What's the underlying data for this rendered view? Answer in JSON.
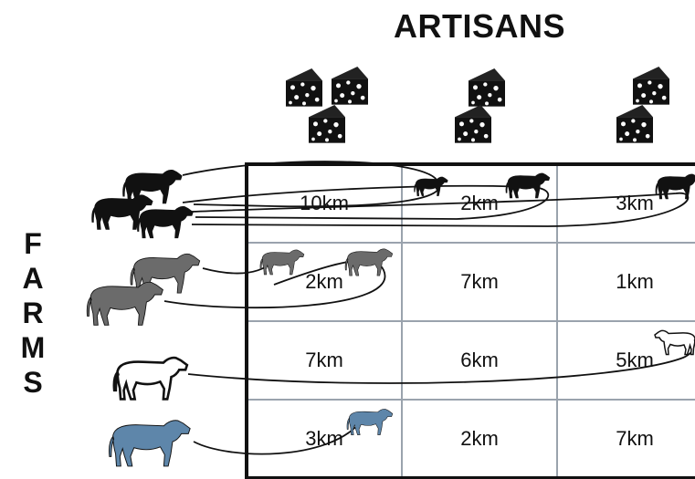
{
  "column_title": "ARTISANS",
  "row_title_letters": [
    "F",
    "A",
    "R",
    "M",
    "S"
  ],
  "farms": [
    {
      "color": "#111111",
      "cows": 3
    },
    {
      "color": "#6b6b6b",
      "cows": 2
    },
    {
      "color": "#ffffff",
      "cows": 1
    },
    {
      "color": "#5e86aa",
      "cows": 1
    }
  ],
  "artisans": [
    {
      "cheese_icons": 3
    },
    {
      "cheese_icons": 2
    },
    {
      "cheese_icons": 2
    }
  ],
  "distances": [
    [
      "10km",
      "2km",
      "3km"
    ],
    [
      "2km",
      "7km",
      "1km"
    ],
    [
      "7km",
      "6km",
      "5km"
    ],
    [
      "3km",
      "2km",
      "7km"
    ]
  ],
  "icons": {
    "cow": "cow-icon",
    "cheese": "cheese-wedge-icon"
  }
}
